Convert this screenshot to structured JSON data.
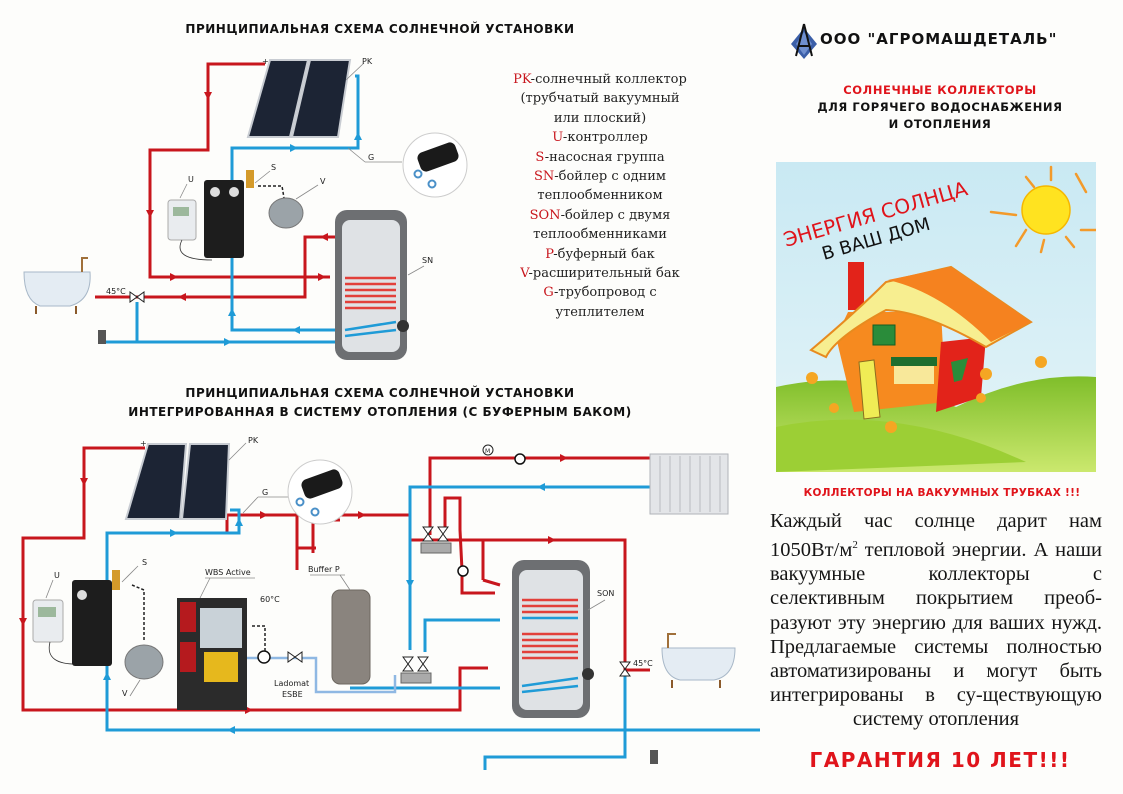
{
  "diagram1": {
    "title": "ПРИНЦИПИАЛЬНАЯ СХЕМА СОЛНЕЧНОЙ УСТАНОВКИ",
    "labels": {
      "pk": "PK",
      "g": "G",
      "s": "S",
      "u": "U",
      "v": "V",
      "sn": "SN",
      "temp": "45°C",
      "plus": "+"
    }
  },
  "diagram2": {
    "title_line1": "ПРИНЦИПИАЛЬНАЯ СХЕМА СОЛНЕЧНОЙ УСТАНОВКИ",
    "title_line2": "ИНТЕГРИРОВАННАЯ В СИСТЕМУ ОТОПЛЕНИЯ (С БУФЕРНЫМ БАКОМ)",
    "labels": {
      "pk": "PK",
      "g": "G",
      "s": "S",
      "u": "U",
      "v": "V",
      "son": "SON",
      "boiler": "WBS Active",
      "buffer": "Buffer P",
      "temp_boiler": "60°C",
      "ladomat1": "Ladomat",
      "ladomat2": "ESBE",
      "temp_tap": "45°C",
      "motor": "M",
      "plus": "+"
    }
  },
  "legend": [
    {
      "code": "PK",
      "text": "-солнечный коллектор",
      "cont": [
        "(трубчатый вакуумный",
        "или плоский)"
      ]
    },
    {
      "code": "U",
      "text": "-контроллер",
      "cont": []
    },
    {
      "code": "S",
      "text": "-насосная группа",
      "cont": []
    },
    {
      "code": "SN",
      "text": "-бойлер с одним",
      "cont": [
        "теплообменником"
      ]
    },
    {
      "code": "SON",
      "text": "-бойлер с двумя",
      "cont": [
        "теплообменниками"
      ]
    },
    {
      "code": "P",
      "text": "-буферный бак",
      "cont": []
    },
    {
      "code": "V",
      "text": "-расширительный бак",
      "cont": []
    },
    {
      "code": "G",
      "text": "-трубопровод с",
      "cont": [
        "утеплителем"
      ]
    }
  ],
  "company": {
    "name": "ООО \"АГРОМАШДЕТАЛЬ\""
  },
  "subtitle": {
    "line1": "СОЛНЕЧНЫЕ КОЛЛЕКТОРЫ",
    "line2": "ДЛЯ ГОРЯЧЕГО ВОДОСНАБЖЕНИЯ",
    "line3": "И ОТОПЛЕНИЯ"
  },
  "picture": {
    "line1": "ЭНЕРГИЯ СОЛНЦА",
    "line2": "В ВАШ ДОМ"
  },
  "promo": {
    "heading": "КОЛЛЕКТОРЫ НА ВАКУУМНЫХ ТРУБКАХ !!!",
    "body_part1": "Каждый час  солнце дарит нам 1050Вт/м",
    "body_sup": "2",
    "body_part2": " тепловой энергии.  А наши вакуумные коллекторы с селективным покрытием преоб-разуют эту энергию для ваших нужд.  Предлагаемые системы полностью автоматизированы и могут быть интегрированы в су-ществующую систему отопления",
    "guarantee": "ГАРАНТИЯ 10 ЛЕТ!!!"
  },
  "colors": {
    "hot": "#c8161d",
    "cold": "#1f9bd7",
    "accent": "#e0141b"
  }
}
